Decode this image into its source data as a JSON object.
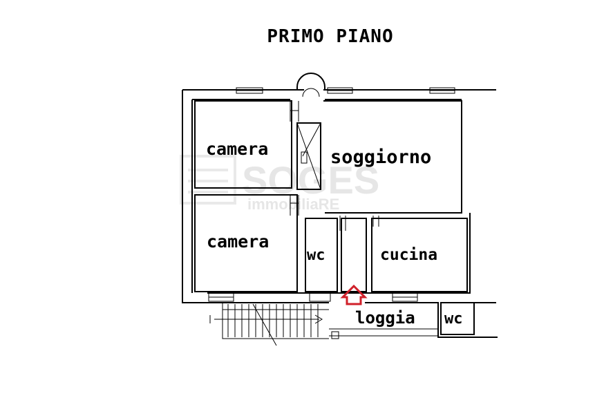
{
  "title": "PRIMO PIANO",
  "rooms": {
    "camera_top": "camera",
    "camera_bottom": "camera",
    "soggiorno": "soggiorno",
    "wc_inner": "wc",
    "cucina": "cucina",
    "loggia": "loggia",
    "wc_outer": "wc"
  },
  "watermark": {
    "main": "SOGES",
    "sub": "immobiliaRE"
  },
  "entrance_marker_color": "#d0202a"
}
